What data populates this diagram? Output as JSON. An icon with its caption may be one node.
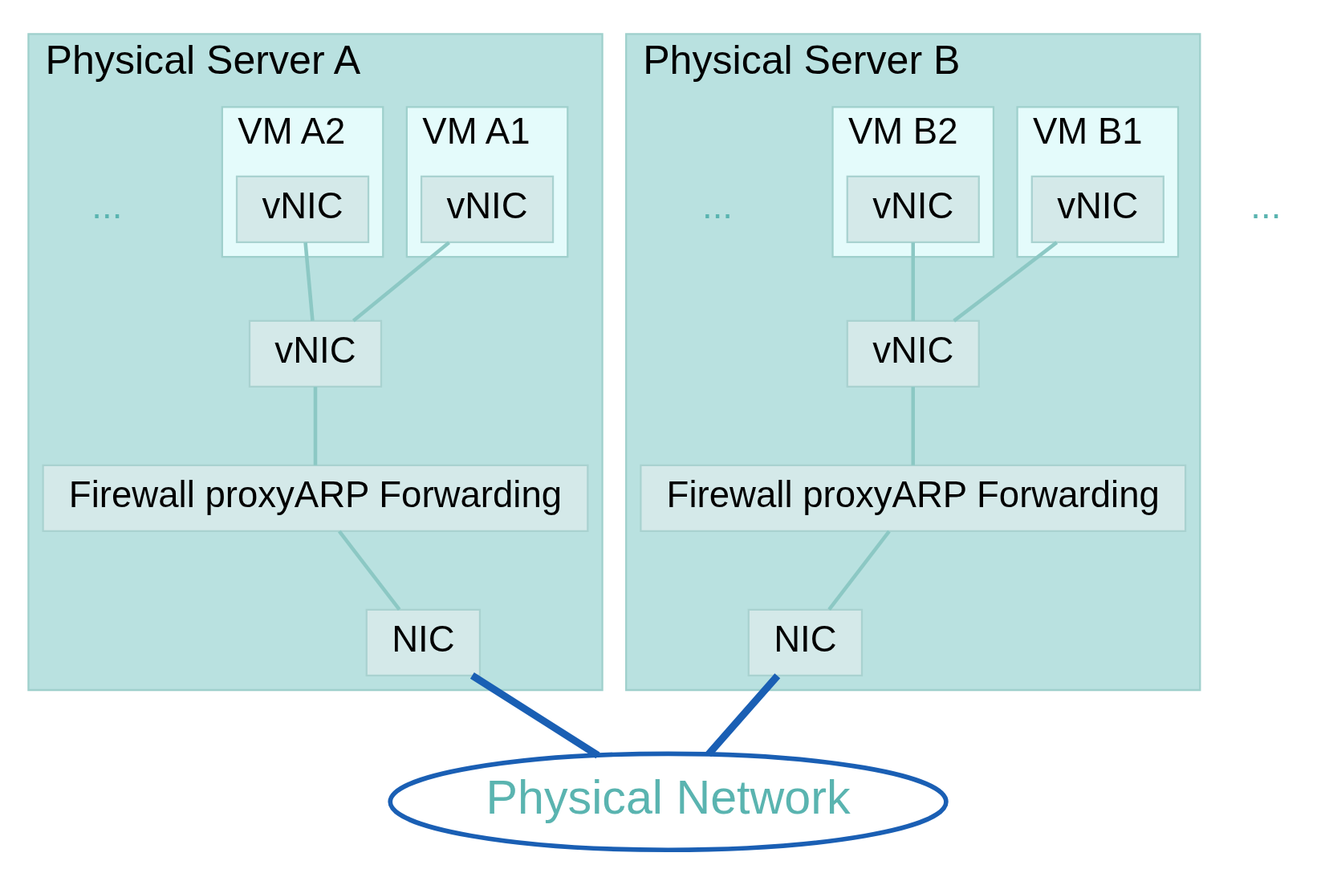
{
  "diagram": {
    "nodes": [
      {
        "text": [
          "Physical Server A"
        ]
      },
      {
        "text": [
          "VM A1"
        ],
        "in": 0
      },
      {
        "text": [
          "vNIC"
        ],
        "in": 1
      },
      {
        "text": [
          "VM A2"
        ],
        "in": 0
      },
      {
        "text": [
          "vNIC"
        ],
        "in": 3
      },
      {
        "text": [
          "vNIC"
        ],
        "in": 0
      },
      {
        "text": [
          "Firewall proxyARP Forwarding"
        ],
        "in": 0
      },
      {
        "text": [
          "NIC"
        ],
        "in": 0
      },
      {
        "text": [
          "Physical Server B"
        ]
      },
      {
        "text": [
          "VM B1"
        ],
        "in": 8
      },
      {
        "text": [
          "vNIC"
        ],
        "in": 9
      },
      {
        "text": [
          "VM B2"
        ],
        "in": 8
      },
      {
        "text": [
          "vNIC"
        ],
        "in": 11
      },
      {
        "text": [
          "vNIC"
        ],
        "in": 8
      },
      {
        "text": [
          "Firewall proxyARP Forwarding"
        ],
        "in": 8
      },
      {
        "text": [
          "NIC"
        ],
        "in": 8
      },
      {
        "text": [
          "Physical Network"
        ]
      }
    ],
    "edges": [
      {
        "from": 2,
        "to": 5,
        "arrow": "none"
      },
      {
        "from": 4,
        "to": 5,
        "arrow": "none"
      },
      {
        "from": 5,
        "to": 6,
        "arrow": "none"
      },
      {
        "from": 6,
        "to": 7,
        "arrow": "none"
      },
      {
        "from": 10,
        "to": 13,
        "arrow": "none"
      },
      {
        "from": 12,
        "to": 13,
        "arrow": "none"
      },
      {
        "from": 13,
        "to": 14,
        "arrow": "none"
      },
      {
        "from": 14,
        "to": 15,
        "arrow": "none"
      },
      {
        "from": 7,
        "to": 16,
        "arrow": "none",
        "style": "thick",
        "color": "#1a5fb4"
      },
      {
        "from": 15,
        "to": 16,
        "arrow": "none",
        "style": "thick",
        "color": "#1a5fb4"
      }
    ],
    "labels": [
      "...",
      "...",
      "..."
    ]
  }
}
